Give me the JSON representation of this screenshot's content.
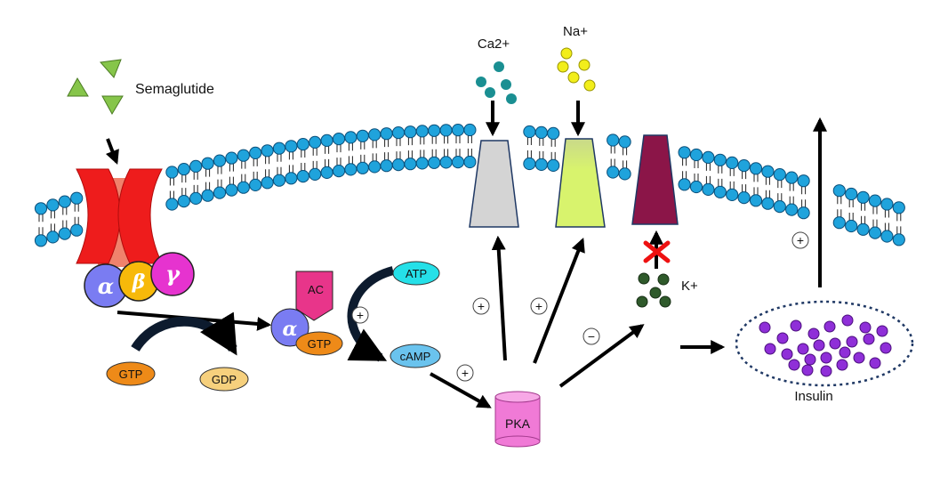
{
  "labels": {
    "semaglutide": "Semaglutide",
    "ca": "Ca2+",
    "na": "Na+",
    "k": "K+",
    "insulin": "Insulin",
    "ac": "AC",
    "atp": "ATP",
    "camp": "cAMP",
    "pka": "PKA",
    "gtp_left": "GTP",
    "gdp": "GDP",
    "gtp_alpha": "GTP",
    "alpha": "α",
    "beta": "β",
    "gamma": "γ",
    "alpha2": "α",
    "plus": "+",
    "minus": "−"
  },
  "colors": {
    "lipid_head": "#1fa3dc",
    "receptor": "#ee1c1c",
    "receptor_core": "#f0826c",
    "alpha": "#7a7cf2",
    "beta": "#f7b90a",
    "gamma": "#e633cf",
    "ca_ball": "#1a8f92",
    "na_ball": "#f2ee1b",
    "k_ball": "#2f5a2b",
    "insulin_ball": "#8f2fd8",
    "ca_channel": "#d4d4d4",
    "na_channel": "#d8f36d",
    "k_channel": "#8b1548",
    "ac": "#e8358a",
    "atp": "#25e0e8",
    "camp": "#6ac3ee",
    "gtp": "#ee8a18",
    "gdp": "#f6d07d",
    "pka": "#f07ad6"
  }
}
